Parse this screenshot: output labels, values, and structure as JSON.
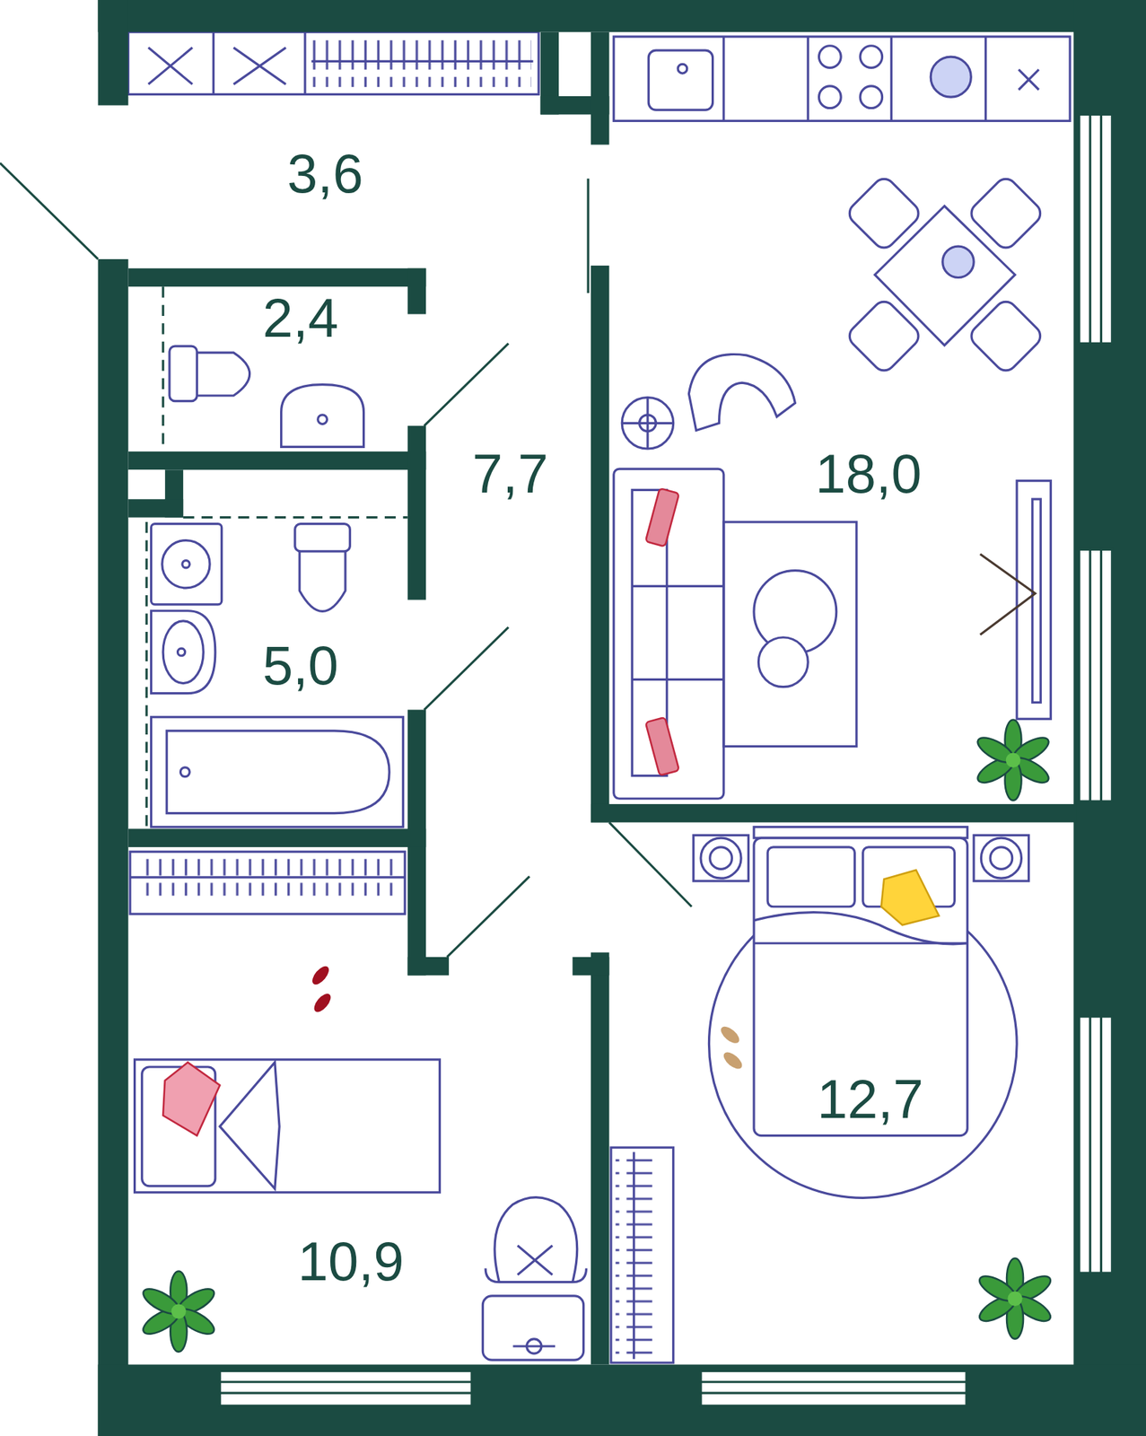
{
  "diagram": {
    "labels": [
      "3,6",
      "2,4",
      "7,7",
      "18,0",
      "5,0",
      "10,9",
      "12,7"
    ]
  }
}
